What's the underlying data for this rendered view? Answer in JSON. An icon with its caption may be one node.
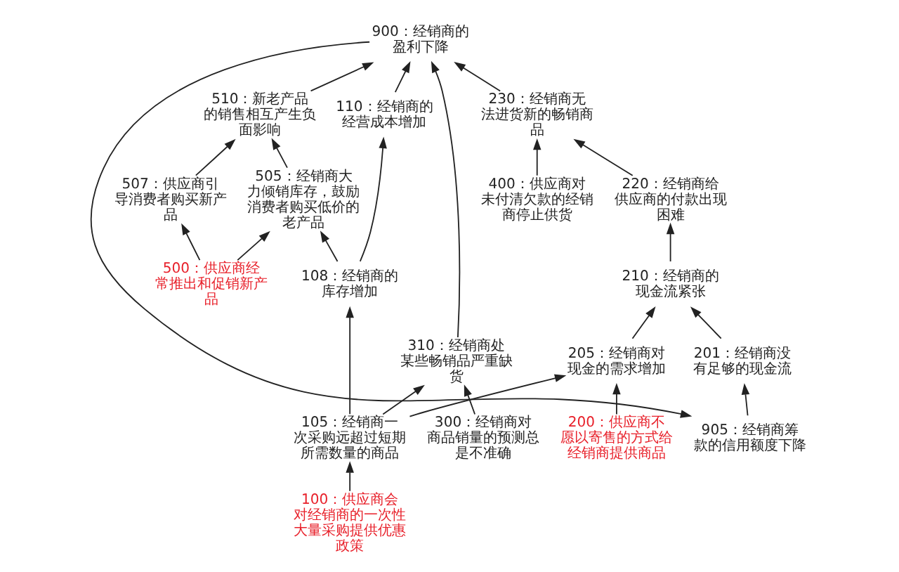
{
  "diagram": {
    "nodes": [
      {
        "text": [
          "900：经销商的盈利下降"
        ]
      },
      {
        "text": [
          "905：经销商筹款的信用额度下降"
        ]
      },
      {
        "text": [
          "510：新老产品的销售相互产生负面影响"
        ]
      },
      {
        "text": [
          "230：经销商无法进货新的畅销商品"
        ]
      },
      {
        "text": [
          "110：经销商的经营成本增加"
        ]
      },
      {
        "text": [
          "220：经销商给供应商的付款出现困难"
        ]
      },
      {
        "text": [
          "505：经销商大力倾销库存，鼓励消费者购买低价的老产品"
        ]
      },
      {
        "text": [
          "507：供应商引导消费者购买新产品"
        ]
      },
      {
        "text": [
          "400：供应商对未付清欠款的经销商停止供货"
        ]
      },
      {
        "text": [
          "108：经销商的库存增加"
        ]
      },
      {
        "text": [
          "210：经销商的现金流紧张"
        ]
      },
      {
        "text": [
          "500：供应商经常推出和促销新产品"
        ]
      },
      {
        "text": [
          "310：经销商处某些畅销品严重缺货"
        ]
      },
      {
        "text": [
          "205：经销商对现金的需求增加"
        ]
      },
      {
        "text": [
          "201：经销商没有足够的现金流"
        ]
      },
      {
        "text": [
          "105：经销商一次采购远超过短期所需数量的商品"
        ]
      },
      {
        "text": [
          "300：经销商对商品销量的预测总是不准确"
        ]
      },
      {
        "text": [
          "200：供应商不愿以寄售的方式给经销商提供商品"
        ]
      },
      {
        "text": [
          "100：供应商会对经销商的一次性大量采购提供优惠政策"
        ]
      }
    ],
    "edges": [
      {
        "from": 0,
        "to": 1,
        "arrow": "to"
      },
      {
        "from": 3,
        "to": 0,
        "arrow": "to"
      },
      {
        "from": 2,
        "to": 0,
        "arrow": "to"
      },
      {
        "from": 4,
        "to": 0,
        "arrow": "to"
      },
      {
        "from": 12,
        "to": 0,
        "arrow": "to"
      },
      {
        "from": 9,
        "to": 4,
        "arrow": "to"
      },
      {
        "from": 9,
        "to": 6,
        "arrow": "to"
      },
      {
        "from": 6,
        "to": 2,
        "arrow": "to"
      },
      {
        "from": 7,
        "to": 2,
        "arrow": "to"
      },
      {
        "from": 11,
        "to": 6,
        "arrow": "to"
      },
      {
        "from": 11,
        "to": 7,
        "arrow": "to"
      },
      {
        "from": 1,
        "to": 14,
        "arrow": "to"
      },
      {
        "from": 14,
        "to": 10,
        "arrow": "to"
      },
      {
        "from": 10,
        "to": 5,
        "arrow": "to"
      },
      {
        "from": 5,
        "to": 3,
        "arrow": "to"
      },
      {
        "from": 8,
        "to": 3,
        "arrow": "to"
      },
      {
        "from": 13,
        "to": 10,
        "arrow": "to"
      },
      {
        "from": 15,
        "to": 13,
        "arrow": "to"
      },
      {
        "from": 15,
        "to": 9,
        "arrow": "to"
      },
      {
        "from": 15,
        "to": 12,
        "arrow": "to"
      },
      {
        "from": 17,
        "to": 13,
        "arrow": "to"
      },
      {
        "from": 18,
        "to": 15,
        "arrow": "to"
      },
      {
        "from": 16,
        "to": 12,
        "arrow": "to"
      }
    ]
  }
}
